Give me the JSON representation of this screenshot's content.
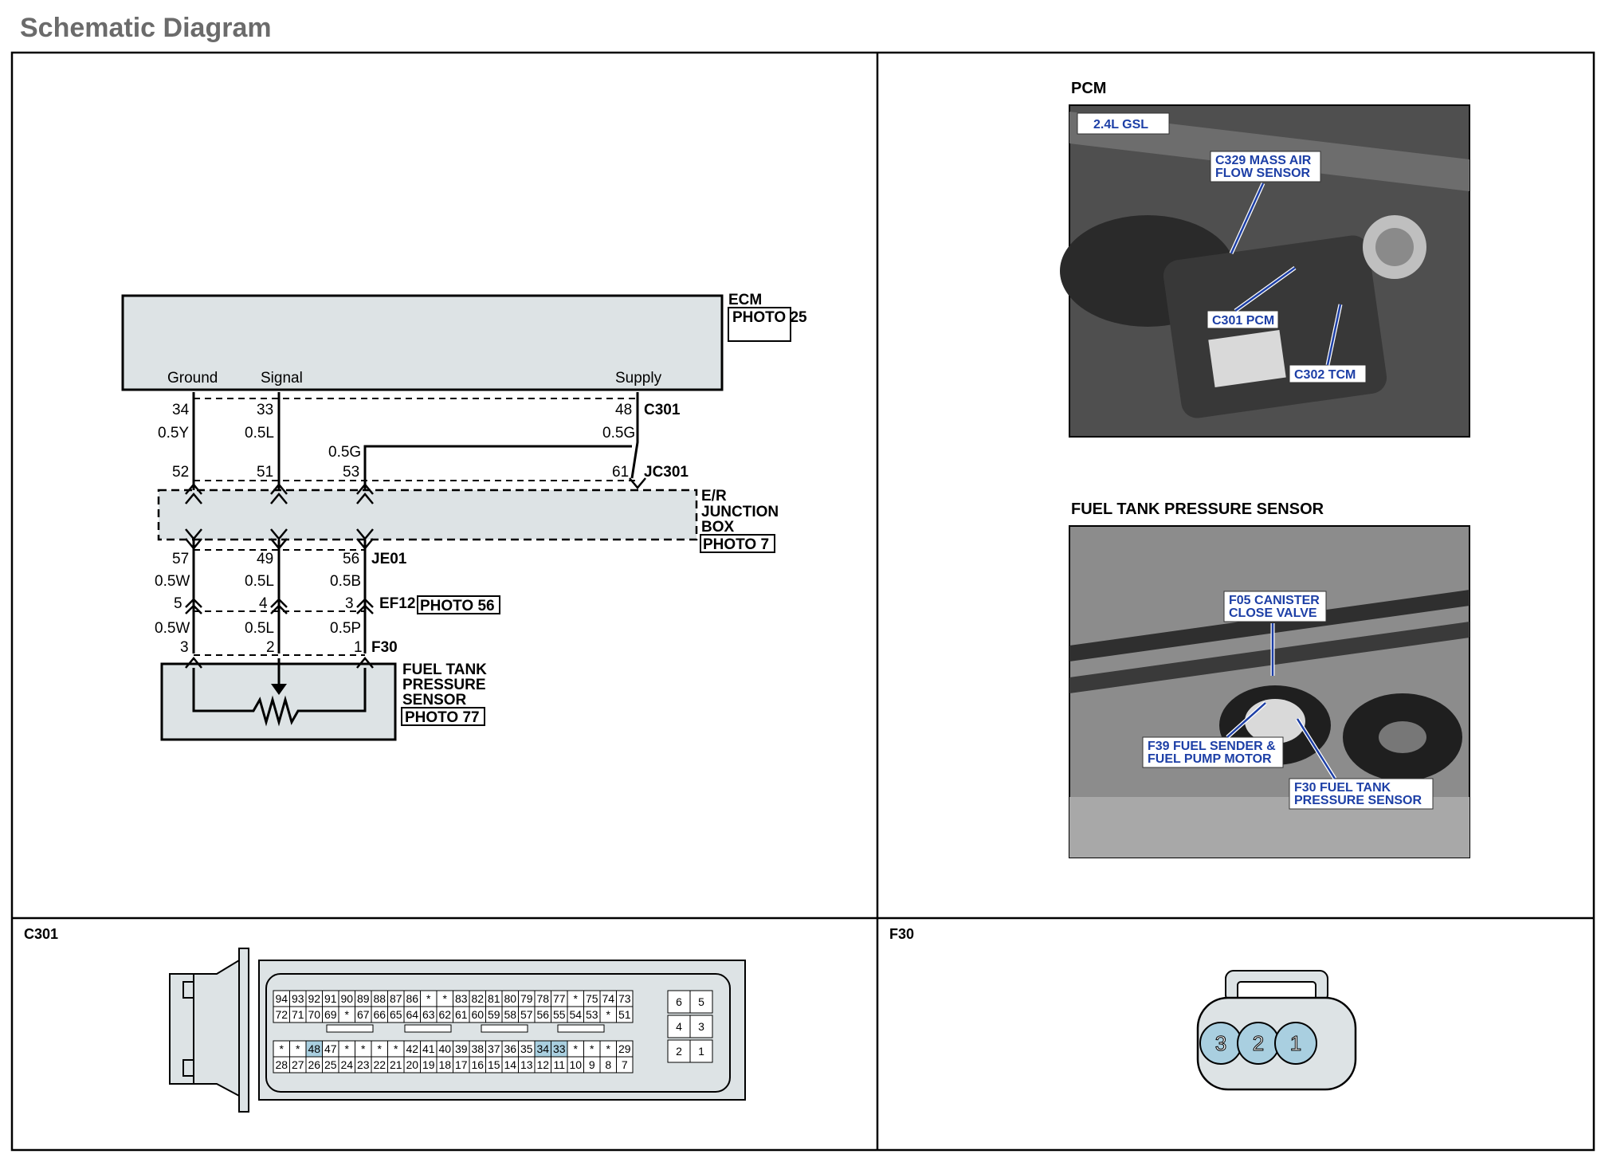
{
  "page": {
    "title": "Schematic Diagram"
  },
  "schematic": {
    "ecm": {
      "name": "ECM",
      "photo": "PHOTO 25"
    },
    "ecm_pins": {
      "ground": "Ground",
      "signal": "Signal",
      "supply": "Supply"
    },
    "c301": {
      "connector": "C301",
      "pins": [
        "34",
        "33",
        "48"
      ],
      "wires": [
        "0.5Y",
        "0.5L",
        "0.5G"
      ]
    },
    "jc301": {
      "connector": "JC301",
      "pins": [
        "52",
        "51",
        "53",
        "61"
      ],
      "wire_53": "0.5G"
    },
    "junction_box": {
      "line1": "E/R",
      "line2": "JUNCTION",
      "line3": "BOX",
      "photo": "PHOTO 7"
    },
    "je01": {
      "connector": "JE01",
      "pins": [
        "57",
        "49",
        "56"
      ],
      "wires": [
        "0.5W",
        "0.5L",
        "0.5B"
      ]
    },
    "ef12": {
      "connector": "EF12",
      "pins": [
        "5",
        "4",
        "3"
      ],
      "photo": "PHOTO 56",
      "wires": [
        "0.5W",
        "0.5L",
        "0.5P"
      ]
    },
    "f30": {
      "connector": "F30",
      "pins": [
        "3",
        "2",
        "1"
      ]
    },
    "sensor": {
      "line1": "FUEL TANK",
      "line2": "PRESSURE",
      "line3": "SENSOR",
      "photo": "PHOTO 77"
    }
  },
  "photos": {
    "pcm": {
      "heading": "PCM",
      "badge": "2.4L GSL",
      "callouts": [
        {
          "line1": "C329 MASS AIR",
          "line2": "FLOW SENSOR"
        },
        {
          "line1": "C301 PCM",
          "line2": ""
        },
        {
          "line1": "C302 TCM",
          "line2": ""
        }
      ]
    },
    "fuel_tank": {
      "heading": "FUEL TANK PRESSURE SENSOR",
      "callouts": [
        {
          "line1": "F05 CANISTER",
          "line2": "CLOSE VALVE"
        },
        {
          "line1": "F39 FUEL SENDER &",
          "line2": "FUEL PUMP MOTOR"
        },
        {
          "line1": "F30 FUEL TANK",
          "line2": "PRESSURE SENSOR"
        }
      ]
    }
  },
  "c301_view": {
    "label": "C301",
    "rows": [
      [
        "94",
        "93",
        "92",
        "91",
        "90",
        "89",
        "88",
        "87",
        "86",
        "*",
        "*",
        "83",
        "82",
        "81",
        "80",
        "79",
        "78",
        "77",
        "*",
        "75",
        "74",
        "73"
      ],
      [
        "72",
        "71",
        "70",
        "69",
        "*",
        "67",
        "66",
        "65",
        "64",
        "63",
        "62",
        "61",
        "60",
        "59",
        "58",
        "57",
        "56",
        "55",
        "54",
        "53",
        "*",
        "51"
      ],
      [
        "*",
        "*",
        "48",
        "47",
        "*",
        "*",
        "*",
        "*",
        "42",
        "41",
        "40",
        "39",
        "38",
        "37",
        "36",
        "35",
        "34",
        "33",
        "*",
        "*",
        "*",
        "29"
      ],
      [
        "28",
        "27",
        "26",
        "25",
        "24",
        "23",
        "22",
        "21",
        "20",
        "19",
        "18",
        "17",
        "16",
        "15",
        "14",
        "13",
        "12",
        "11",
        "10",
        "9",
        "8",
        "7"
      ]
    ],
    "highlighted": [
      "48",
      "34",
      "33"
    ],
    "side_block": [
      [
        "6",
        "5"
      ],
      [
        "4",
        "3"
      ],
      [
        "2",
        "1"
      ]
    ]
  },
  "f30_view": {
    "label": "F30",
    "pins": [
      "3",
      "2",
      "1"
    ]
  },
  "colors": {
    "box_fill": "#dde3e5",
    "pin_highlight": "#a9cfe0",
    "callout_text": "#1d3fa6"
  }
}
